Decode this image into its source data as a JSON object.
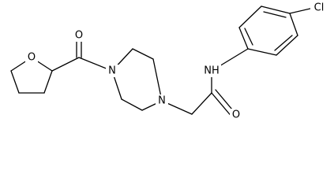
{
  "molecule": {
    "atom_labels": {
      "ring_oxygen": "O",
      "carbonyl_oxygen_top": "O",
      "piperazine_n_left": "N",
      "piperazine_n_right": "N",
      "amide_nh": "NH",
      "carbonyl_oxygen_bottom": "O",
      "chlorine": "Cl"
    }
  }
}
